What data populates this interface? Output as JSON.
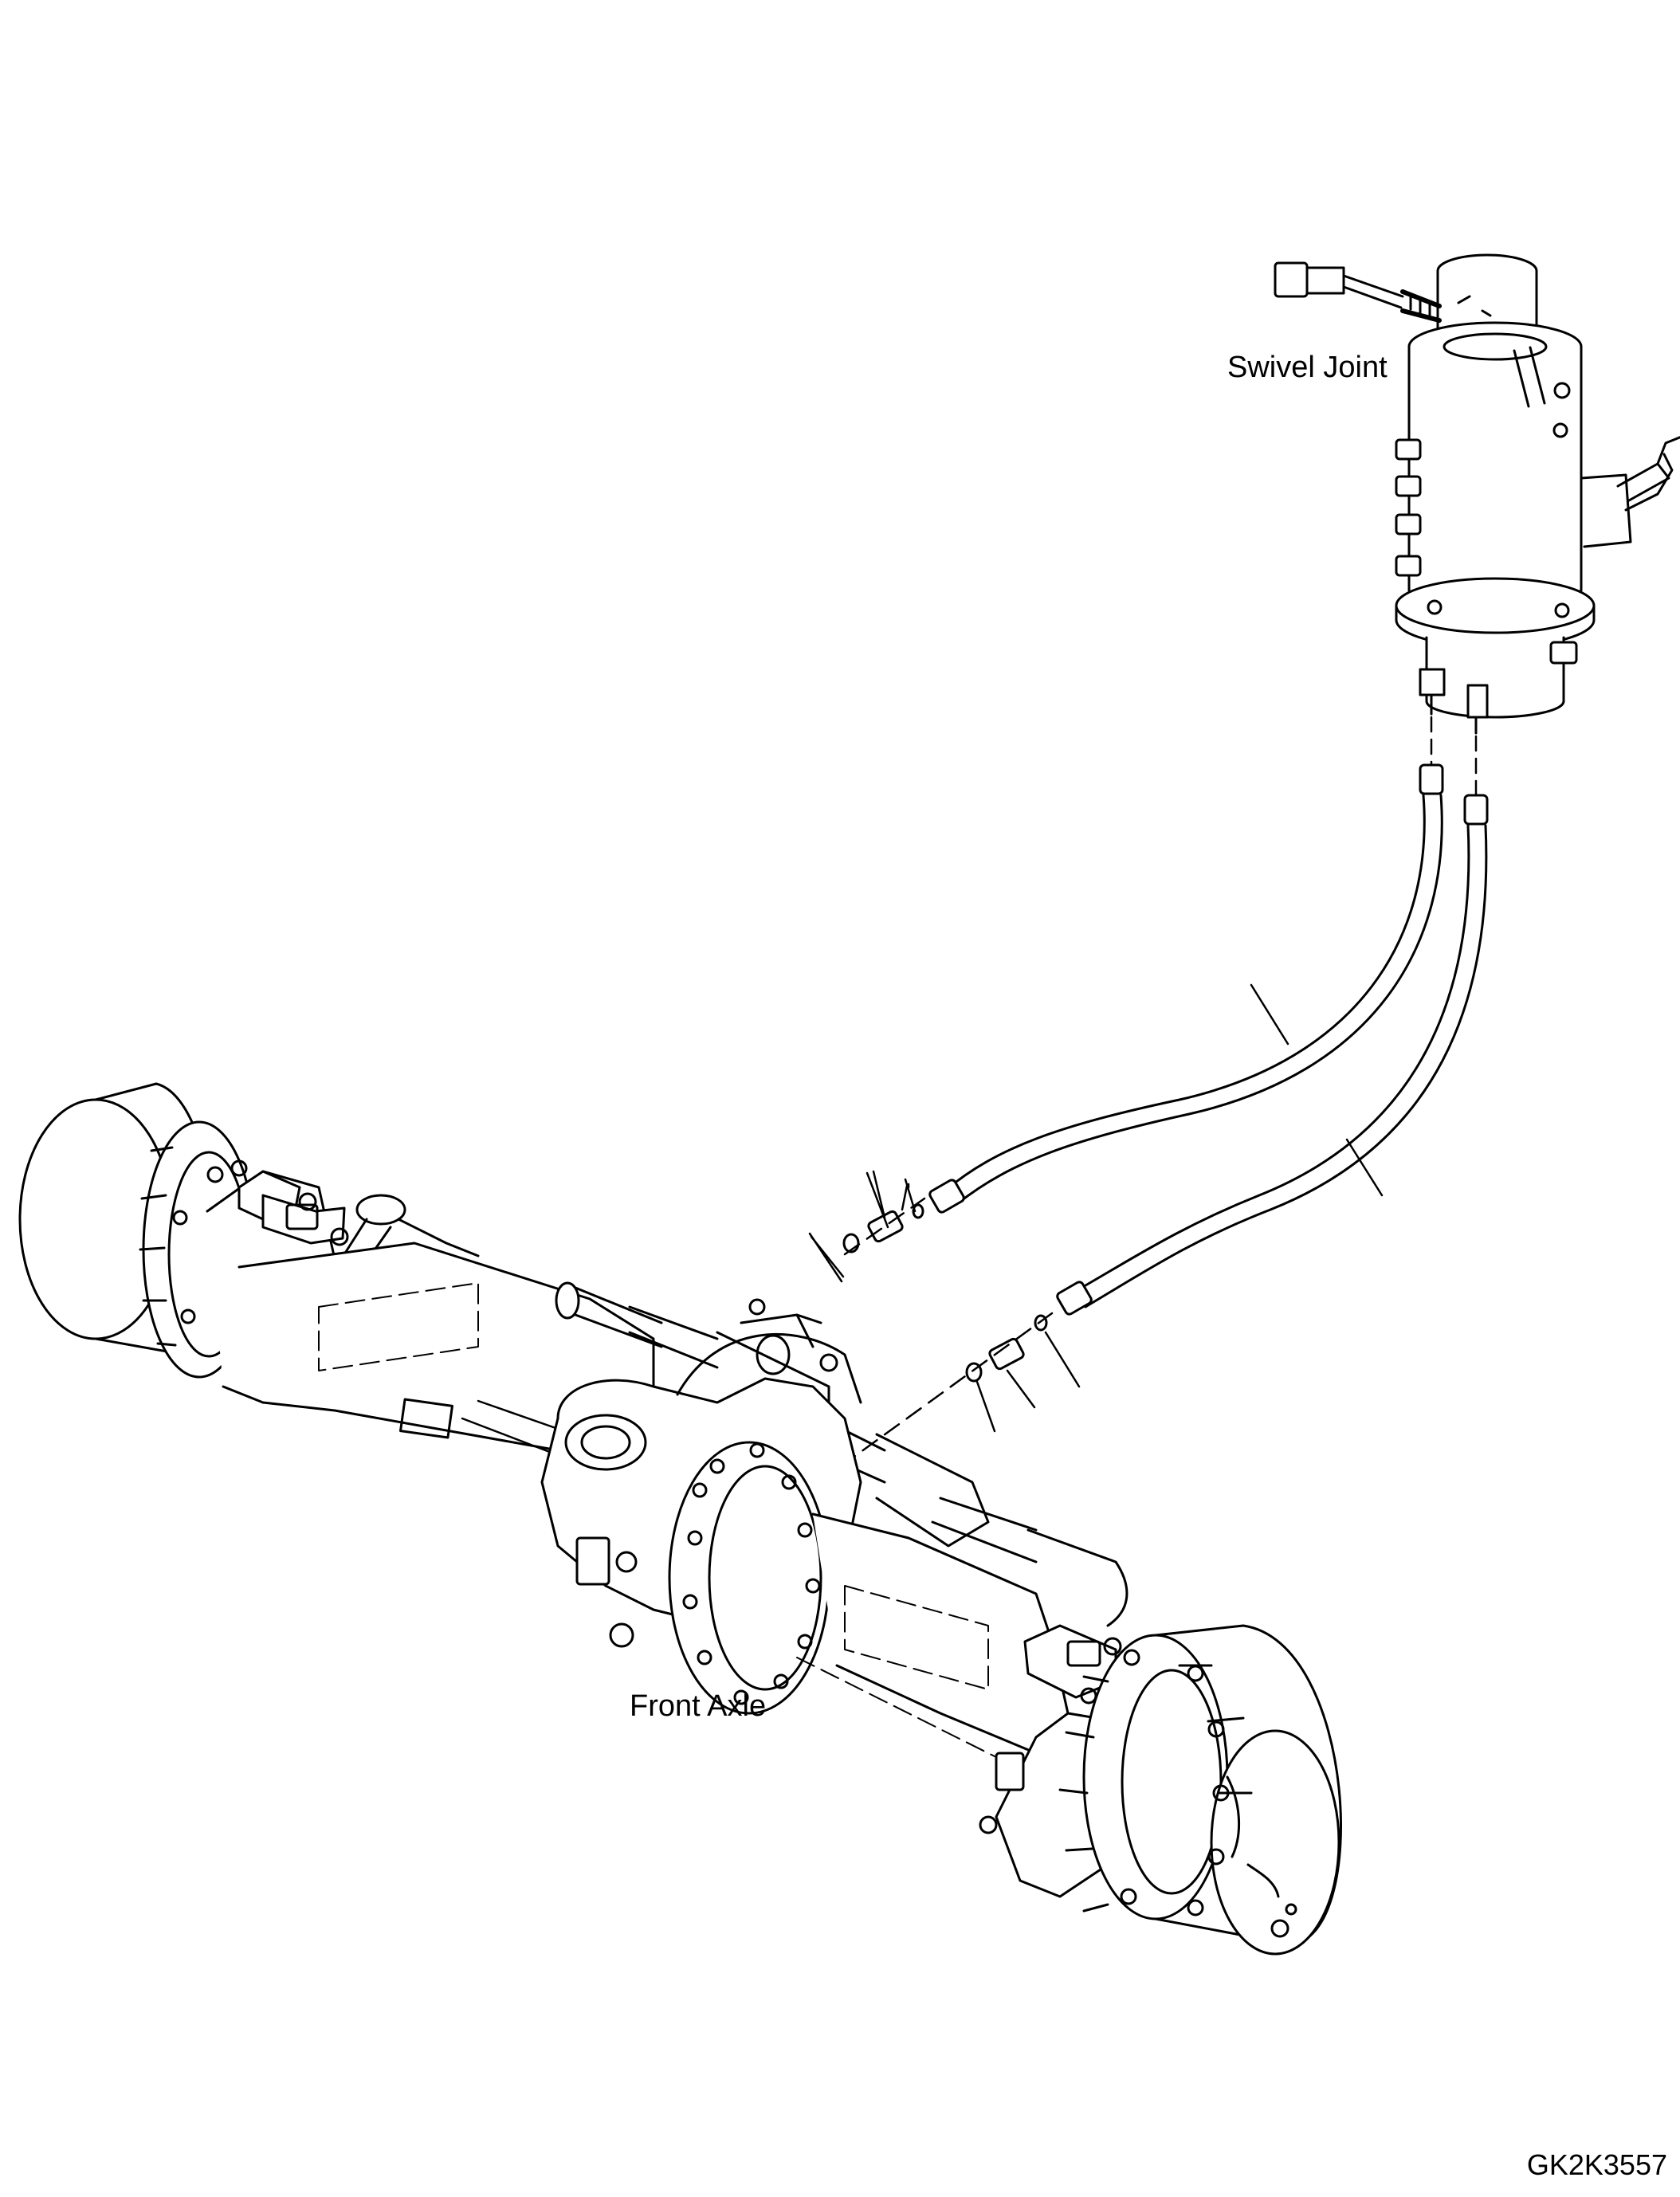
{
  "labels": {
    "swivel_joint": "Swivel Joint",
    "front_axle": "Front Axle",
    "drawing_code": "GK2K3557"
  },
  "colors": {
    "line": "#000000",
    "background": "#ffffff"
  }
}
